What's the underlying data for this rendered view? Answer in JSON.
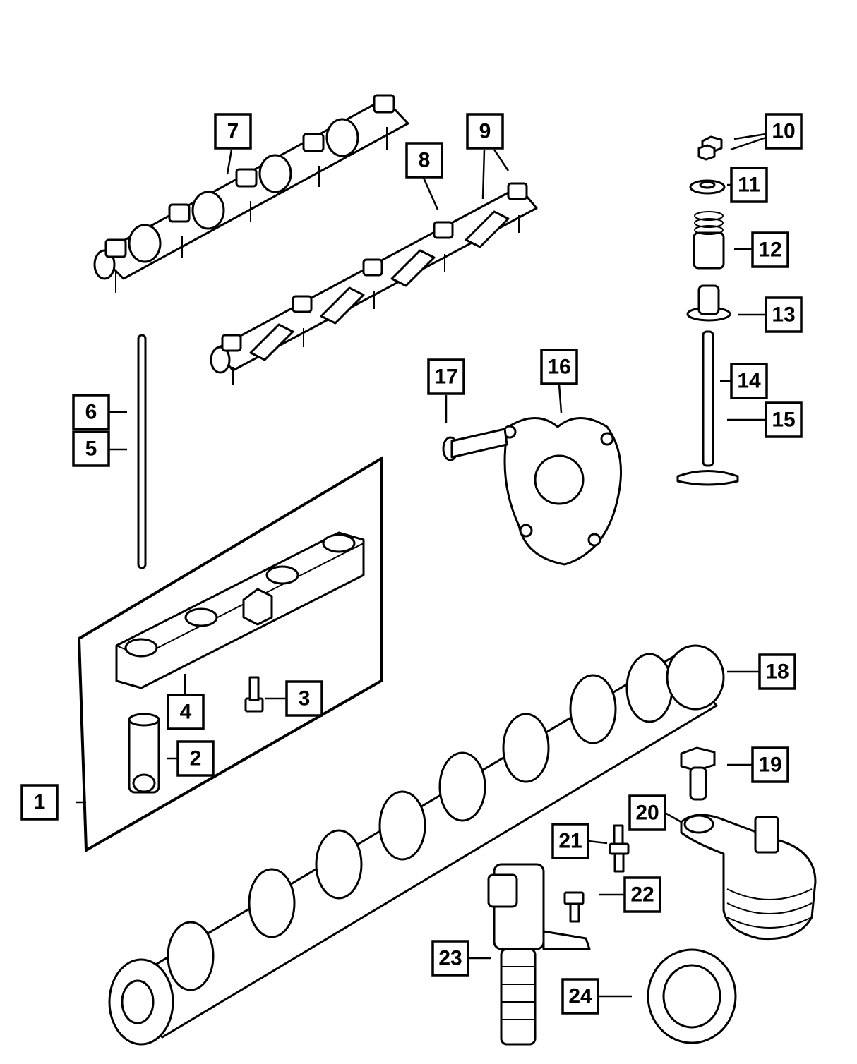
{
  "callouts": [
    {
      "label": "1"
    },
    {
      "label": "2"
    },
    {
      "label": "3"
    },
    {
      "label": "4"
    },
    {
      "label": "5"
    },
    {
      "label": "6"
    },
    {
      "label": "7"
    },
    {
      "label": "8"
    },
    {
      "label": "9"
    },
    {
      "label": "10"
    },
    {
      "label": "11"
    },
    {
      "label": "12"
    },
    {
      "label": "13"
    },
    {
      "label": "14"
    },
    {
      "label": "15"
    },
    {
      "label": "16"
    },
    {
      "label": "17"
    },
    {
      "label": "18"
    },
    {
      "label": "19"
    },
    {
      "label": "20"
    },
    {
      "label": "21"
    },
    {
      "label": "22"
    },
    {
      "label": "23"
    },
    {
      "label": "24"
    }
  ]
}
